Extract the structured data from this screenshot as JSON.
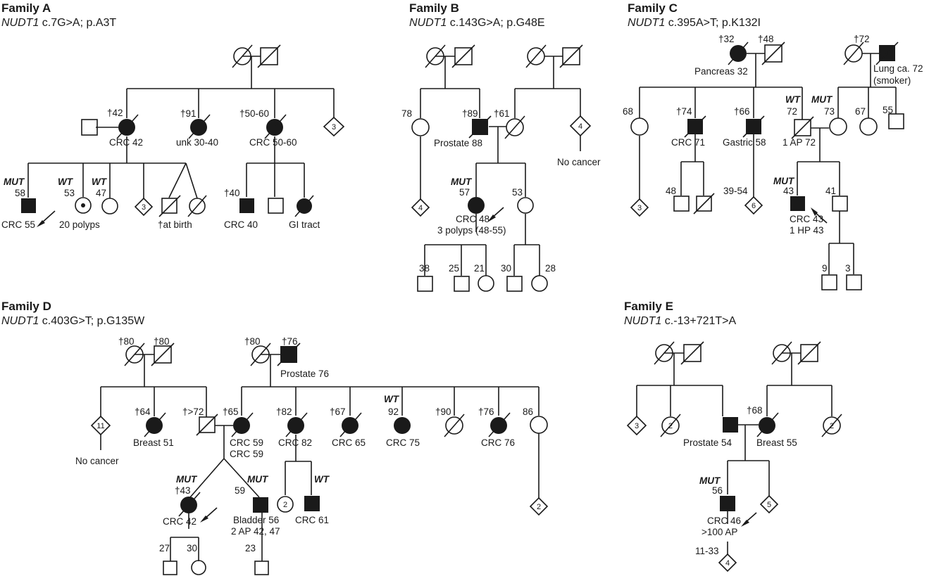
{
  "families": {
    "a": {
      "title": "Family A",
      "gene": "NUDT1",
      "variant": "c.7G>A; p.A3T"
    },
    "b": {
      "title": "Family B",
      "gene": "NUDT1",
      "variant": "c.143G>A; p.G48E"
    },
    "c": {
      "title": "Family C",
      "gene": "NUDT1",
      "variant": "c.395A>T; p.K132I"
    },
    "d": {
      "title": "Family D",
      "gene": "NUDT1",
      "variant": "c.403G>T; p.G135W"
    },
    "e": {
      "title": "Family E",
      "gene": "NUDT1",
      "variant": "c.-13+721T>A"
    }
  },
  "labels": {
    "a": {
      "p42": "†42",
      "crc42": "CRC 42",
      "p91": "†91",
      "unk": "unk 30-40",
      "p5060": "†50-60",
      "crc5060": "CRC 50-60",
      "mut": "MUT",
      "a58": "58",
      "crc55": "CRC 55",
      "wt1": "WT",
      "a53": "53",
      "polyps": "20 polyps",
      "wt2": "WT",
      "a47": "47",
      "atbirth": "†at birth",
      "p40": "†40",
      "crc40": "CRC 40",
      "gi": "GI tract",
      "n3a": "3",
      "n3b": "3"
    },
    "b": {
      "a78": "78",
      "p89": "†89",
      "p61": "†61",
      "prostate": "Prostate 88",
      "nocancer": "No cancer",
      "mut": "MUT",
      "a57": "57",
      "crc48": "CRC 48",
      "polyps": "3 polyps (48-55)",
      "a53": "53",
      "a38": "38",
      "a25": "25",
      "a21": "21",
      "a30": "30",
      "a28": "28",
      "n4a": "4",
      "n4b": "4"
    },
    "c": {
      "p32": "†32",
      "p48": "†48",
      "pancreas": "Pancreas 32",
      "p72": "†72",
      "lung": "Lung ca. 72",
      "smoker": "(smoker)",
      "a68": "68",
      "p74": "†74",
      "crc71": "CRC 71",
      "p66": "†66",
      "gastric": "Gastric 58",
      "wt": "WT",
      "a72": "72",
      "ap72": "1 AP 72",
      "mut1": "MUT",
      "a73": "73",
      "a67": "67",
      "a55": "55",
      "a48": "48",
      "a3954": "39-54",
      "mut2": "MUT",
      "a43": "43",
      "crc43": "CRC 43",
      "hp43": "1 HP 43",
      "a41": "41",
      "a9": "9",
      "a3": "3",
      "n3": "3",
      "n6": "6"
    },
    "d": {
      "p80a": "†80",
      "p80b": "†80",
      "p80c": "†80",
      "p76": "†76",
      "prostate": "Prostate 76",
      "n11": "11",
      "nocancer": "No cancer",
      "p64": "†64",
      "breast": "Breast 51",
      "p72": "†>72",
      "p65": "†65",
      "crc59a": "CRC 59",
      "crc59b": "CRC 59",
      "p82": "†82",
      "crc82": "CRC 82",
      "p67": "†67",
      "crc65": "CRC 65",
      "wt1": "WT",
      "a92": "92",
      "crc75": "CRC 75",
      "p90": "†90",
      "p76b": "†76",
      "crc76": "CRC 76",
      "a86": "86",
      "mut1": "MUT",
      "p43": "†43",
      "crc42": "CRC 42",
      "a59": "59",
      "mut2": "MUT",
      "bladder": "Bladder 56",
      "ap": "2 AP 42, 47",
      "n2a": "2",
      "wt2": "WT",
      "crc61": "CRC 61",
      "a27": "27",
      "a30": "30",
      "a23": "23",
      "n2b": "2"
    },
    "e": {
      "n3": "3",
      "n2a": "2",
      "prostate": "Prostate 54",
      "p68": "†68",
      "breast": "Breast 55",
      "n2b": "2",
      "mut": "MUT",
      "a56": "56",
      "crc46": "CRC 46",
      "ap": ">100 AP",
      "n5": "5",
      "a1133": "11-33",
      "n4": "4"
    }
  }
}
